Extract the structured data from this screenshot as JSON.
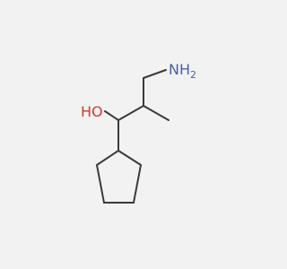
{
  "molecule": {
    "atoms": {
      "amine": {
        "symbol": "N",
        "hydrogen": "H",
        "hcount": "2",
        "color": "#4a5fa8"
      },
      "hydroxyl": {
        "symbol": "O",
        "hydrogen": "H",
        "color": "#d33a2b"
      }
    },
    "bond_color": "#3a3a3a",
    "background_color": "#f2f2f2"
  }
}
